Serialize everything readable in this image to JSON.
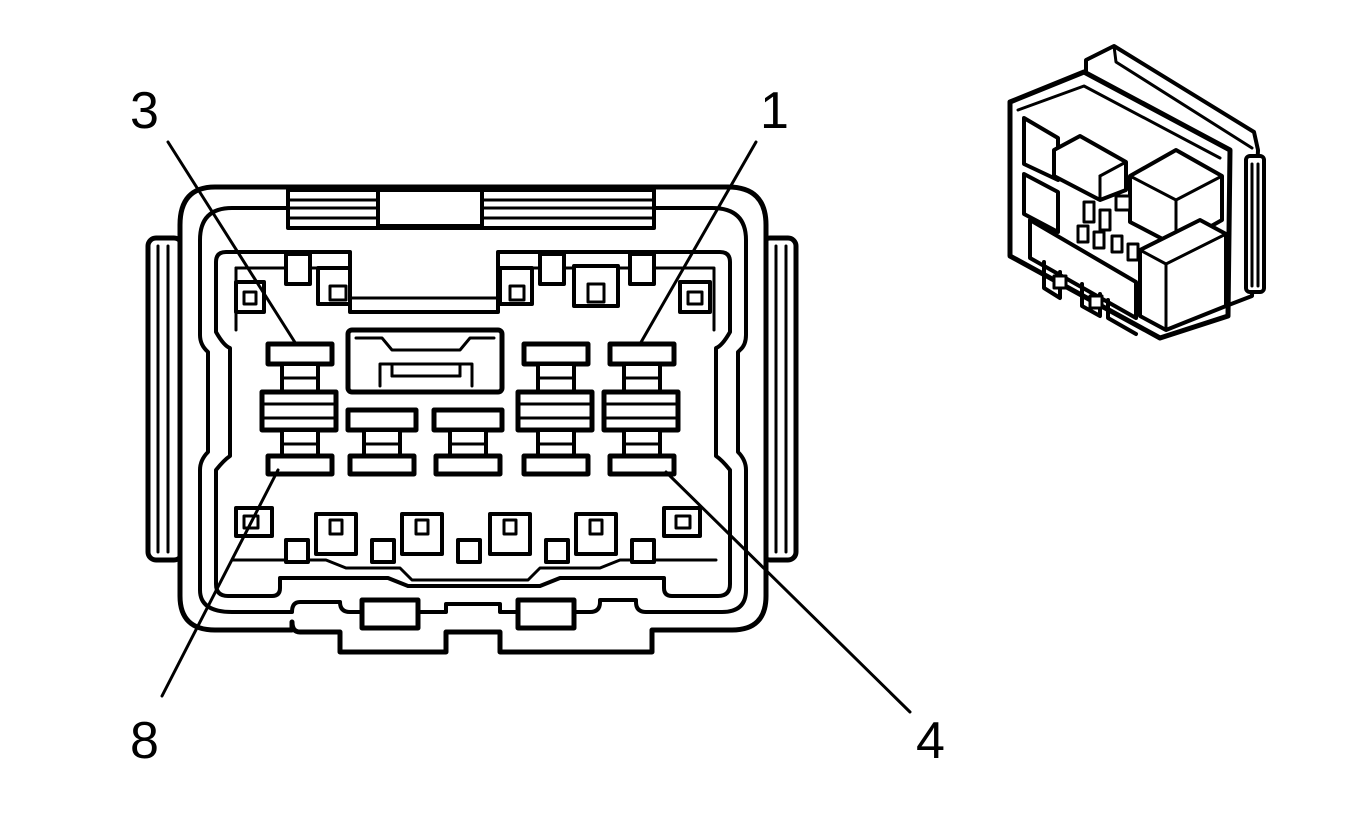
{
  "diagram": {
    "pin_labels": {
      "top_left": "3",
      "top_right": "1",
      "bottom_left": "8",
      "bottom_right": "4"
    },
    "colors": {
      "line": "#000000",
      "background": "#ffffff"
    }
  }
}
